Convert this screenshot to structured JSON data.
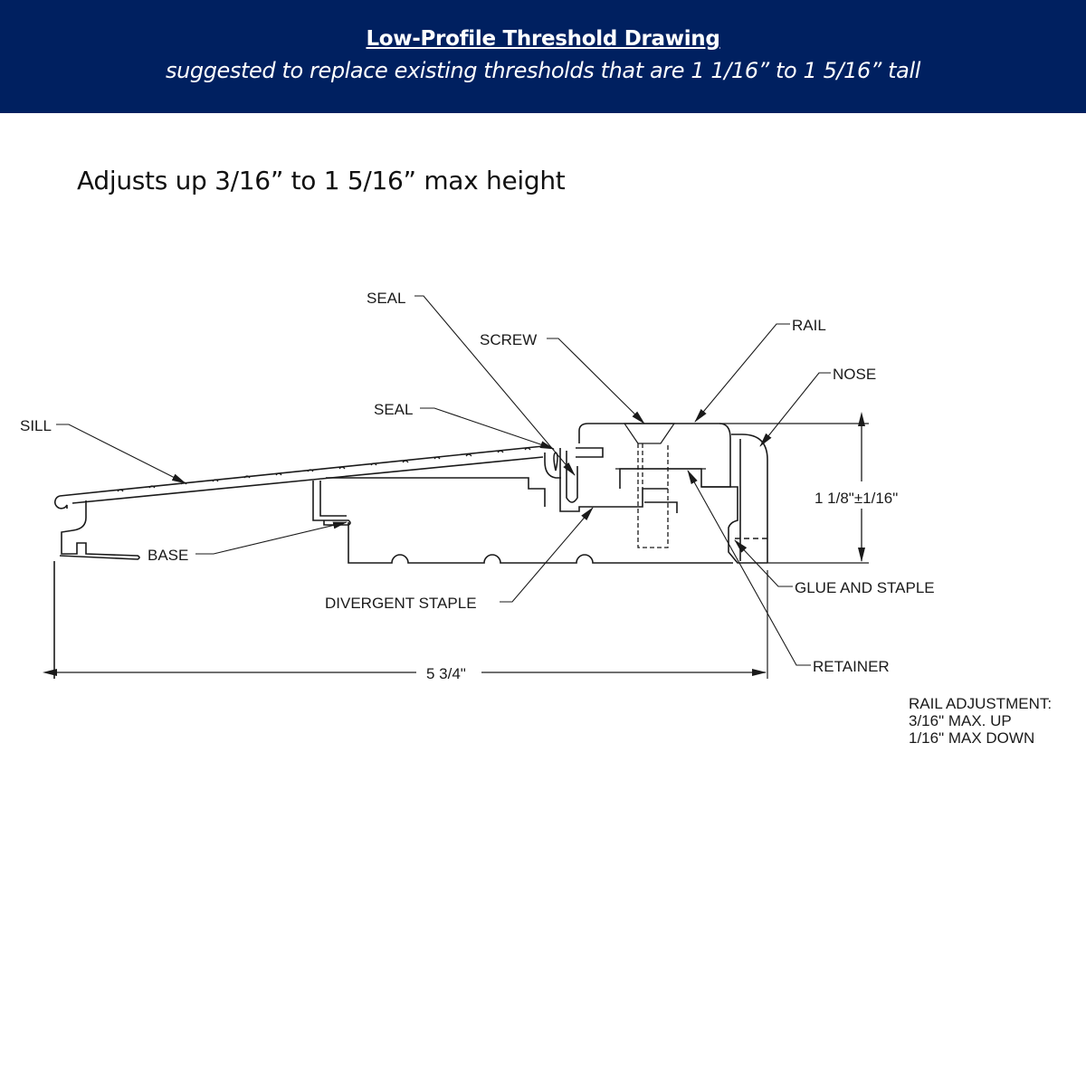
{
  "header": {
    "title": "Low-Profile Threshold Drawing",
    "subtitle": "suggested to replace existing thresholds that are 1 1/16” to 1 5/16” tall",
    "background_color": "#002060",
    "text_color": "#ffffff"
  },
  "intro": {
    "text": "Adjusts up 3/16” to 1 5/16” max height"
  },
  "drawing": {
    "labels": {
      "seal_top": "SEAL",
      "screw": "SCREW",
      "rail": "RAIL",
      "nose": "NOSE",
      "seal_mid": "SEAL",
      "sill": "SILL",
      "base": "BASE",
      "divergent_staple": "DIVERGENT STAPLE",
      "glue_and_staple": "GLUE AND STAPLE",
      "retainer": "RETAINER"
    },
    "dimensions": {
      "height": "1 1/8\"±1/16\"",
      "width": "5 3/4\""
    },
    "notes": {
      "title": "RAIL ADJUSTMENT:",
      "line1": "3/16\" MAX. UP",
      "line2": "1/16\" MAX DOWN"
    },
    "line_color": "#1a1a1a"
  }
}
